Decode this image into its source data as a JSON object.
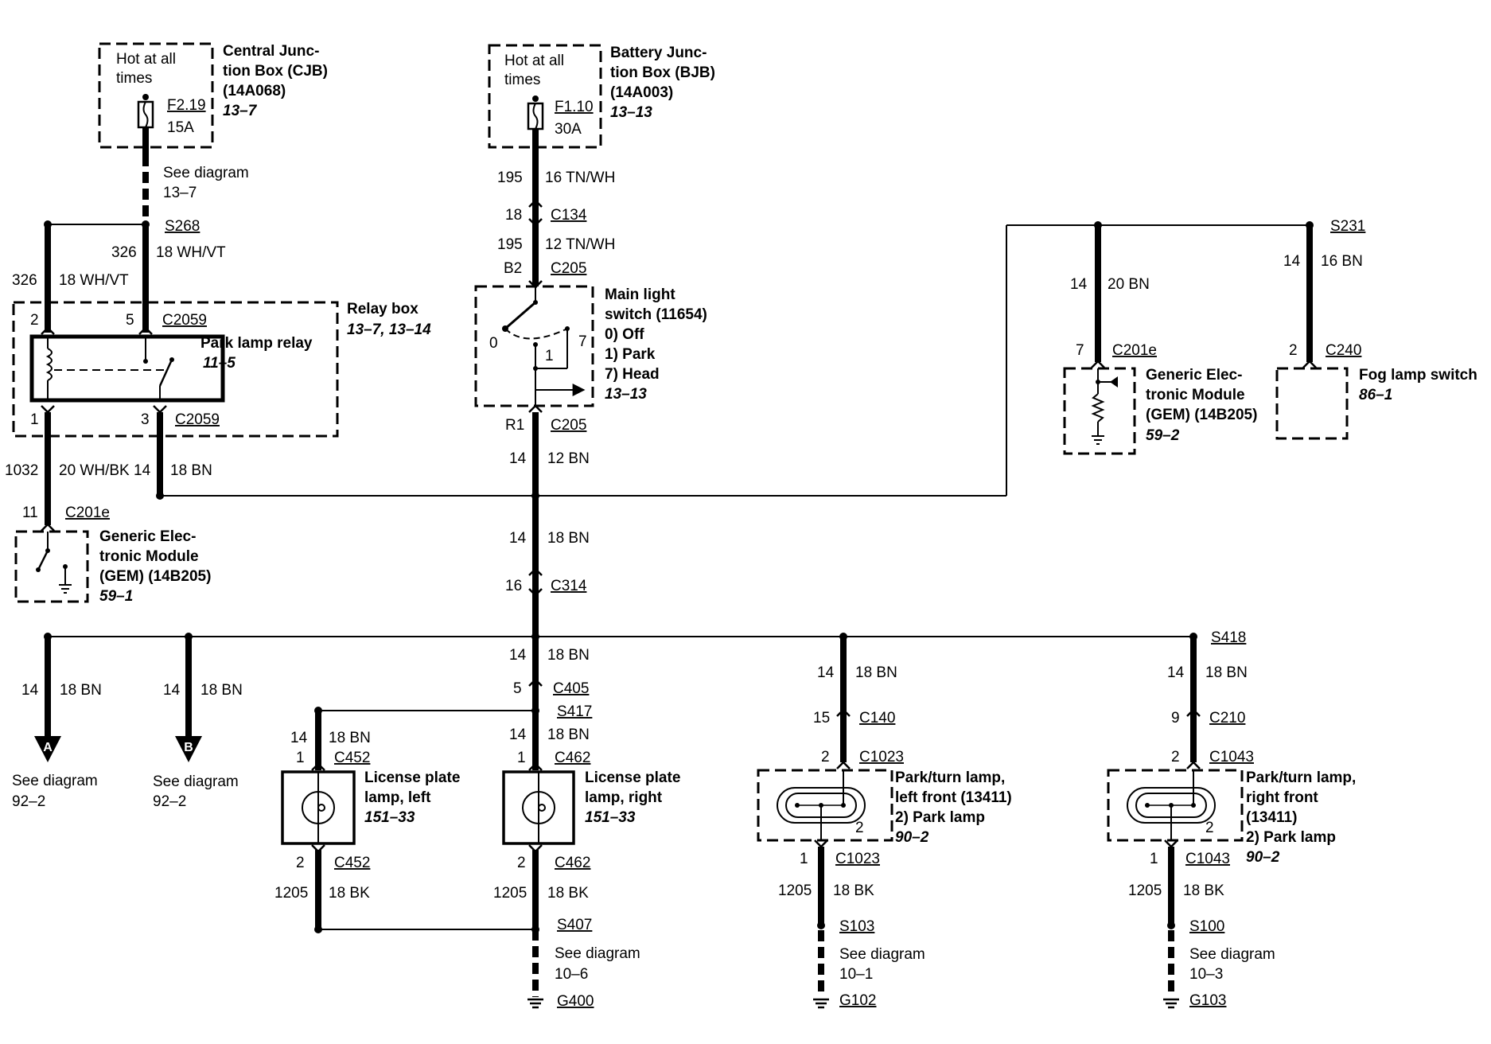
{
  "cjb": {
    "hot": [
      "Hot at all",
      "times"
    ],
    "fuse": [
      "F2.19",
      "15A"
    ],
    "title": [
      "Central Junc-",
      "tion Box (CJB)",
      "(14A068)"
    ],
    "ref": "13–7"
  },
  "bjb": {
    "hot": [
      "Hot at all",
      "times"
    ],
    "fuse": [
      "F1.10",
      "30A"
    ],
    "title": [
      "Battery Junc-",
      "tion Box (BJB)",
      "(14A003)"
    ],
    "ref": "13–13"
  },
  "cjb_wire": {
    "see": [
      "See diagram",
      "13–7"
    ],
    "splice": "S268",
    "circuit": "326",
    "wire": "18 WH/VT",
    "left_circuit": "326",
    "left_wire": "18 WH/VT"
  },
  "relay_box": {
    "title": "Relay box",
    "ref": "13–7, 13–14",
    "relay": "Park lamp relay",
    "relay_ref": "11–5",
    "pin2": "2",
    "pin5": "5",
    "pin1": "1",
    "pin3": "3",
    "conn_top": "C2059",
    "conn_bottom": "C2059"
  },
  "relay_out": {
    "c1032": "1032",
    "w1032": "20 WH/BK",
    "c14": "14",
    "w14": "18 BN"
  },
  "gem_left": {
    "pin": "11",
    "conn": "C201e",
    "title": [
      "Generic Elec-",
      "tronic Module",
      "(GEM) (14B205)"
    ],
    "ref": "59–1"
  },
  "bjb_wire": {
    "c195a": "195",
    "w195a": "16 TN/WH",
    "pin18": "18",
    "c134": "C134",
    "c195b": "195",
    "w195b": "12 TN/WH",
    "b2": "B2",
    "c205": "C205"
  },
  "main_switch": {
    "title": [
      "Main light",
      "switch (11654)"
    ],
    "positions": [
      "0)    Off",
      "1)    Park",
      "7)    Head"
    ],
    "ref": "13–13",
    "pos0": "0",
    "pos1": "1",
    "pos7": "7",
    "r1": "R1",
    "c205": "C205",
    "c14": "14",
    "w14": "12 BN"
  },
  "center_feed": {
    "c14": "14",
    "w14": "18 BN",
    "pin16": "16",
    "c314": "C314"
  },
  "right_top": {
    "splice": "S231",
    "gem_c14": "14",
    "gem_w": "20 BN",
    "gem_pin": "7",
    "gem_conn": "C201e",
    "gem_title": [
      "Generic Elec-",
      "tronic Module",
      "(GEM) (14B205)"
    ],
    "gem_ref": "59–2",
    "fog_c14": "14",
    "fog_w": "16 BN",
    "fog_pin": "2",
    "fog_conn": "C240",
    "fog_title": "Fog lamp switch",
    "fog_ref": "86–1"
  },
  "branch_a": {
    "c": "14",
    "w": "18 BN",
    "letter": "A",
    "see": [
      "See diagram",
      "92–2"
    ]
  },
  "branch_b": {
    "c": "14",
    "w": "18 BN",
    "letter": "B",
    "see": [
      "See diagram",
      "92–2"
    ]
  },
  "center_lower": {
    "c14": "14",
    "w14": "18 BN",
    "pin5": "5",
    "c405": "C405",
    "s417": "S417"
  },
  "lic_left": {
    "c14": "14",
    "w": "18 BN",
    "pin1": "1",
    "conn_top": "C452",
    "title": [
      "License plate",
      "lamp, left"
    ],
    "ref": "151–33",
    "pin2": "2",
    "conn_bot": "C452",
    "c1205": "1205",
    "wb": "18 BK"
  },
  "lic_right": {
    "c14": "14",
    "w": "18 BN",
    "pin1": "1",
    "conn_top": "C462",
    "title": [
      "License plate",
      "lamp, right"
    ],
    "ref": "151–33",
    "pin2": "2",
    "conn_bot": "C462",
    "c1205": "1205",
    "wb": "18 BK",
    "splice": "S407",
    "see": [
      "See diagram",
      "10–6"
    ],
    "ground": "G400"
  },
  "park_left": {
    "c14": "14",
    "w": "18 BN",
    "pin15": "15",
    "c140": "C140",
    "pin2": "2",
    "conn_top": "C1023",
    "title": [
      "Park/turn lamp,",
      "left front (13411)",
      "2)    Park lamp"
    ],
    "ref": "90–2",
    "inner2": "2",
    "pin1": "1",
    "conn_bot": "C1023",
    "c1205": "1205",
    "wb": "18 BK",
    "splice": "S103",
    "see": [
      "See diagram",
      "10–1"
    ],
    "ground": "G102"
  },
  "park_right": {
    "splice_top": "S418",
    "c14": "14",
    "w": "18 BN",
    "pin9": "9",
    "c210": "C210",
    "pin2": "2",
    "conn_top": "C1043",
    "title": [
      "Park/turn lamp,",
      "right front",
      "(13411)",
      "2)    Park lamp"
    ],
    "ref": "90–2",
    "inner2": "2",
    "pin1": "1",
    "conn_bot": "C1043",
    "c1205": "1205",
    "wb": "18 BK",
    "splice": "S100",
    "see": [
      "See diagram",
      "10–3"
    ],
    "ground": "G103"
  }
}
